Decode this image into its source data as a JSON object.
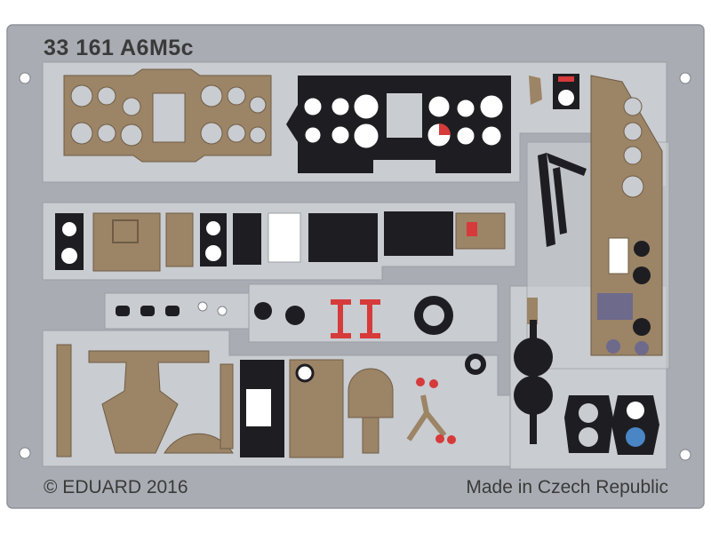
{
  "sheet": {
    "product_code": "33 161  A6M5c",
    "copyright": "© EDUARD 2016",
    "origin": "Made in Czech Republic"
  },
  "colors": {
    "fret_metal": "#a9adb3",
    "panel_bg": "#c9ccd0",
    "brass": "#9c8466",
    "instrument_black": "#1e1e22",
    "dial_face": "#ffffff",
    "accent_red": "#d63a3a",
    "accent_blue": "#4a86c5",
    "lever_purple": "#6d6a8c",
    "text": "#3a3a3a"
  },
  "icons": {
    "main_panel": "instrument-panel-icon",
    "gauge": "gauge-dial-icon",
    "pedal": "rudder-pedal-icon",
    "harness": "seat-harness-icon"
  }
}
